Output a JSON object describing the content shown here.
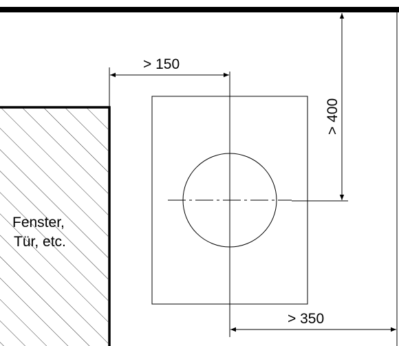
{
  "labels": {
    "dim_left": "> 150",
    "dim_top": "> 400",
    "dim_right": "> 350",
    "obstacle_line1": "Fenster,",
    "obstacle_line2": "Tür, etc."
  },
  "colors": {
    "stroke": "#000000",
    "background": "#ffffff"
  }
}
